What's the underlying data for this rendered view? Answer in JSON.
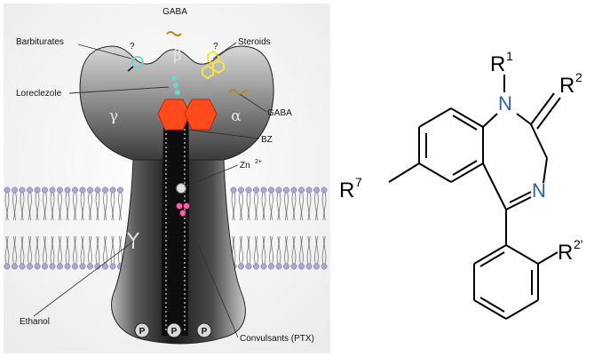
{
  "receptor": {
    "labels": {
      "gaba_top": "GABA",
      "barbiturates": "Barbiturates",
      "steroids": "Steroids",
      "loreclezole": "Loreclezole",
      "gaba_right": "GABA",
      "bz": "BZ",
      "zinc": "Zn",
      "zinc_charge": "2+",
      "ethanol": "Ethanol",
      "convulsants": "Convulsants (PTX)"
    },
    "subunits": {
      "beta": "β",
      "gamma": "γ",
      "alpha": "α"
    },
    "question_mark": "?",
    "phosphate": "P",
    "colors": {
      "receptor_body": "#2a2a2a",
      "binding_site": "#ff4a1c",
      "steroid": "#f2e640",
      "barbiturate": "#6fd6c9",
      "membrane_head": "#a9a9d8"
    }
  },
  "molecule": {
    "r1": "R",
    "r1_sup": "1",
    "r2": "R",
    "r2_sup": "2",
    "r7": "R",
    "r7_sup": "7",
    "r2p": "R",
    "r2p_sup": "2'",
    "n1": "N",
    "n4": "N",
    "colors": {
      "bond": "#000000",
      "nitrogen": "#2f5fb0"
    }
  }
}
